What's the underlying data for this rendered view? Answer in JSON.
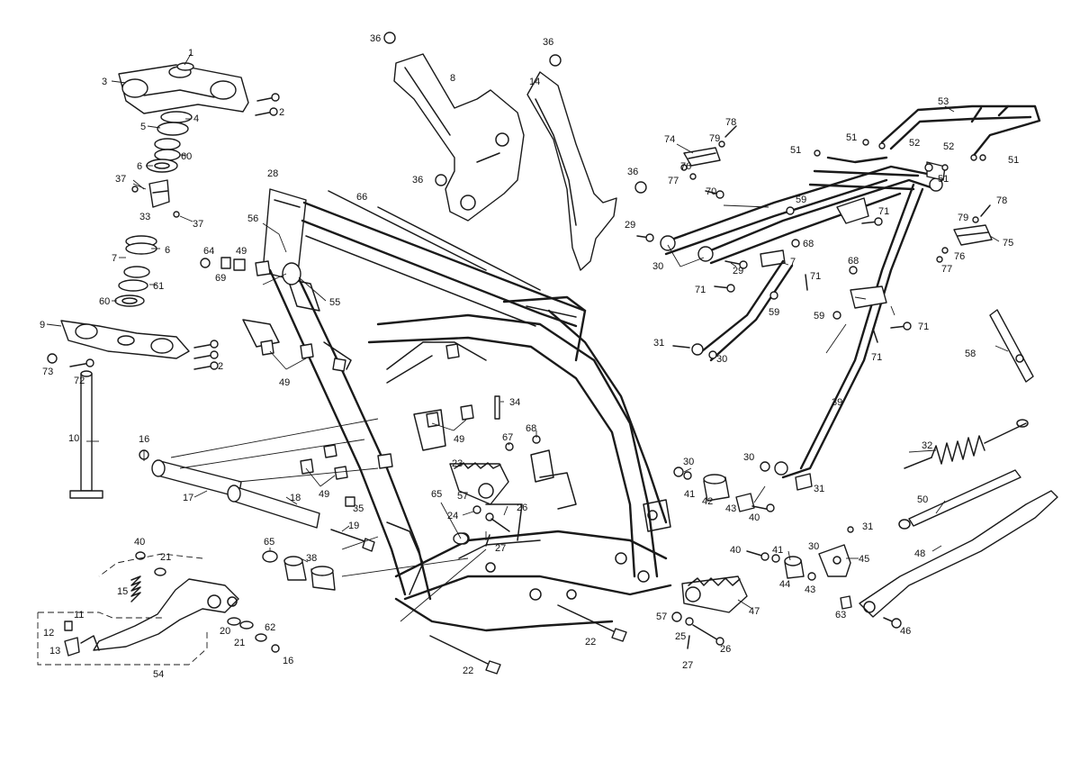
{
  "labels": {
    "1": "1",
    "2": "2",
    "3": "3",
    "4": "4",
    "5": "5",
    "6": "6",
    "7": "7",
    "8": "8",
    "9": "9",
    "10": "10",
    "11": "11",
    "12": "12",
    "13": "13",
    "14": "14",
    "15": "15",
    "16": "16",
    "17": "17",
    "18": "18",
    "19": "19",
    "20": "20",
    "21": "21",
    "22": "22",
    "23": "23",
    "24": "24",
    "25": "25",
    "26": "26",
    "27": "27",
    "28": "28",
    "29": "29",
    "30": "30",
    "31": "31",
    "32": "32",
    "33": "33",
    "34": "34",
    "35": "35",
    "36": "36",
    "37": "37",
    "38": "38",
    "39": "39",
    "40": "40",
    "41": "41",
    "42": "42",
    "43": "43",
    "44": "44",
    "45": "45",
    "46": "46",
    "47": "47",
    "48": "48",
    "49": "49",
    "50": "50",
    "51": "51",
    "52": "52",
    "53": "53",
    "54": "54",
    "55": "55",
    "56": "56",
    "57": "57",
    "58": "58",
    "59": "59",
    "60": "60",
    "61": "61",
    "62": "62",
    "63": "63",
    "64": "64",
    "65": "65",
    "66": "66",
    "67": "67",
    "68": "68",
    "69": "69",
    "70": "70",
    "71": "71",
    "72": "72",
    "73": "73",
    "74": "74",
    "75": "75",
    "76": "76",
    "77": "77",
    "78": "78",
    "79": "79"
  }
}
